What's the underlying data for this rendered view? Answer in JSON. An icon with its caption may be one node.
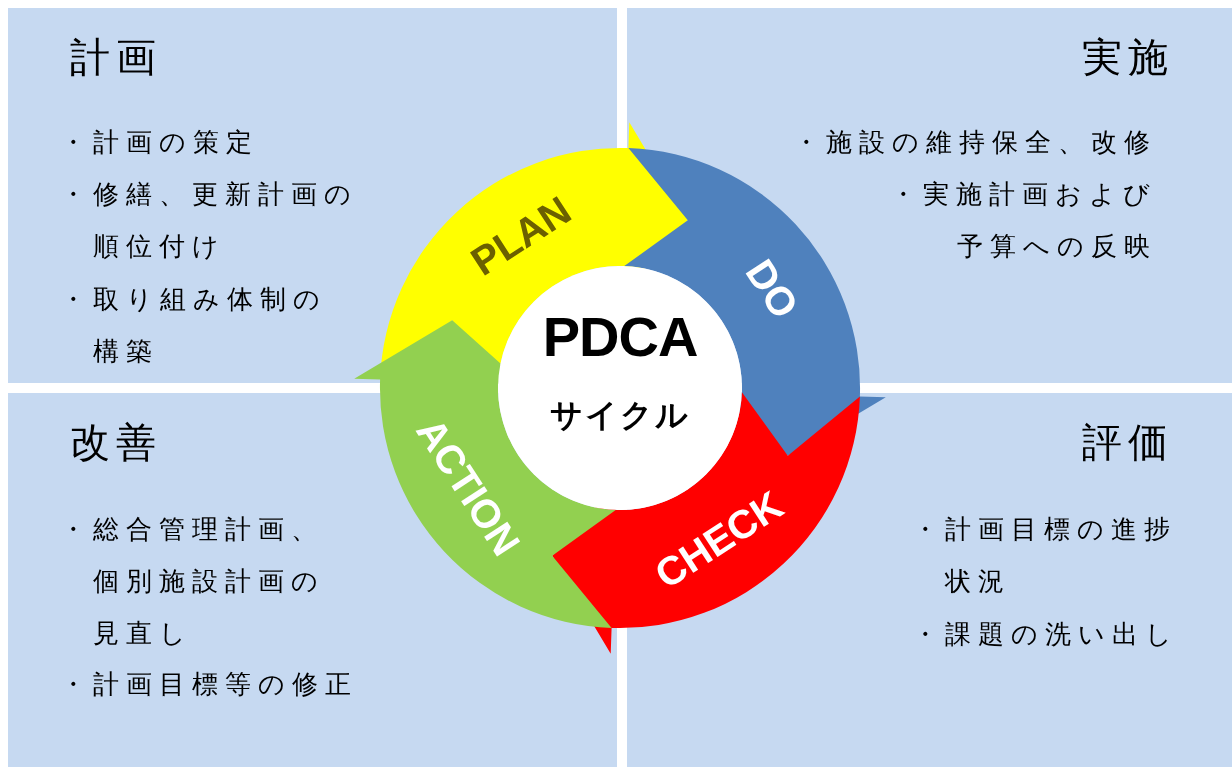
{
  "diagram": {
    "nodes": [
      {
        "text": [
          "計画",
          "・計画の策定",
          "・修繕、更新計画の順位付け",
          "・取り組み体制の構築"
        ]
      },
      {
        "text": [
          "実施",
          "・施設の維持保全、改修",
          "・実施計画および予算への反映"
        ]
      },
      {
        "text": [
          "改善",
          "・総合管理計画、個別施設計画の見直し",
          "・計画目標等の修正"
        ]
      },
      {
        "text": [
          "評価",
          "・計画目標の進捗状況",
          "・課題の洗い出し"
        ]
      },
      {
        "text": [
          "PDCA",
          "サイクル"
        ]
      }
    ],
    "edges": [
      {
        "from": 0,
        "to": 1,
        "arrow": "to",
        "label": "PLAN",
        "color": "#ffff00"
      },
      {
        "from": 1,
        "to": 3,
        "arrow": "to",
        "label": "DO",
        "color": "#4f81bd"
      },
      {
        "from": 3,
        "to": 2,
        "arrow": "to",
        "label": "CHECK",
        "color": "#ff0000"
      },
      {
        "from": 2,
        "to": 0,
        "arrow": "to",
        "label": "ACTION",
        "color": "#92d050"
      }
    ]
  }
}
